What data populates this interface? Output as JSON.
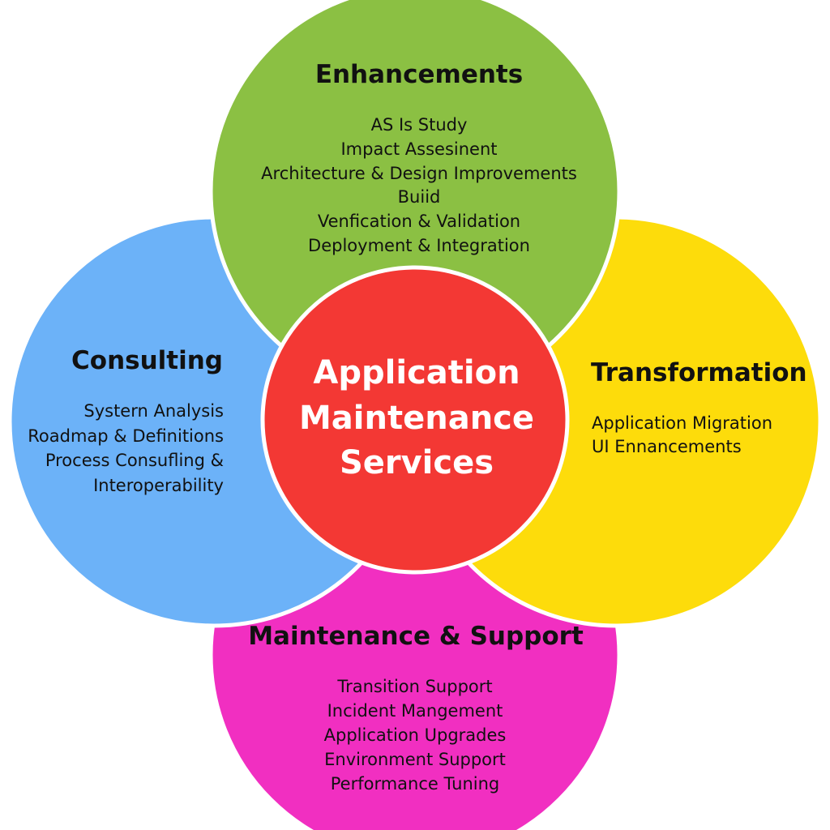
{
  "diagram": {
    "colors": {
      "enhancements": "#8bc043",
      "consulting": "#6cb2f8",
      "transformation": "#fddc0b",
      "maintenance": "#f12fc1",
      "center": "#f33834",
      "outline": "#ffffff"
    },
    "center": {
      "lines": [
        "Application",
        "Maintenance",
        "Services"
      ]
    },
    "petals": {
      "enhancements": {
        "title": "Enhancements",
        "items": [
          "AS Is Study",
          "Impact Assesinent",
          "Architecture & Design Improvements",
          "Buiid",
          "Venfication & Validation",
          "Deployment & Integration"
        ]
      },
      "consulting": {
        "title": "Consulting",
        "items": [
          "Systern Analysis",
          "Roadmap & Definitions",
          "Process Consufling &",
          "Interoperability"
        ]
      },
      "transformation": {
        "title": "Transformation",
        "items": [
          "Application Migration",
          "UI Ennancements"
        ]
      },
      "maintenance": {
        "title": "Maintenance & Support",
        "items": [
          "Transition Support",
          "Incident Mangement",
          "Application Upgrades",
          "Environment Support",
          "Performance Tuning"
        ]
      }
    }
  }
}
